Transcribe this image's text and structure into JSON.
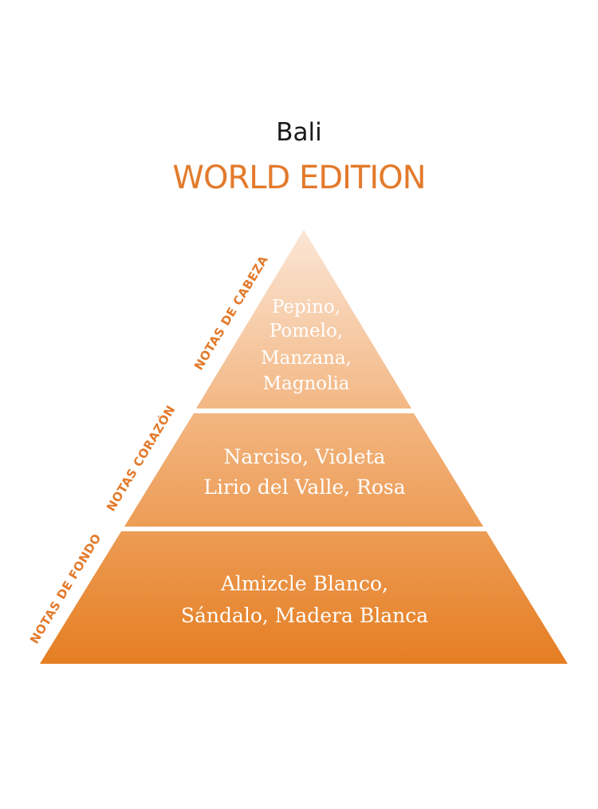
{
  "header": {
    "name": "Bali",
    "edition": "WORLD EDITION"
  },
  "colors": {
    "accent": "#e37a2b",
    "top_gradient_start": "#fbe6d6",
    "bottom_gradient_end": "#e57e22"
  },
  "pyramid": {
    "tiers": [
      {
        "label": "NOTAS DE CABEZA",
        "lines": [
          "Pepino,",
          "Pomelo,",
          "Manzana,",
          "Magnolia"
        ]
      },
      {
        "label": "NOTAS CORAZÓN",
        "lines": [
          "Narciso, Violeta",
          "Lirio del Valle, Rosa"
        ]
      },
      {
        "label": "NOTAS DE FONDO",
        "lines": [
          "Almizcle Blanco,",
          "Sándalo, Madera Blanca"
        ]
      }
    ]
  }
}
